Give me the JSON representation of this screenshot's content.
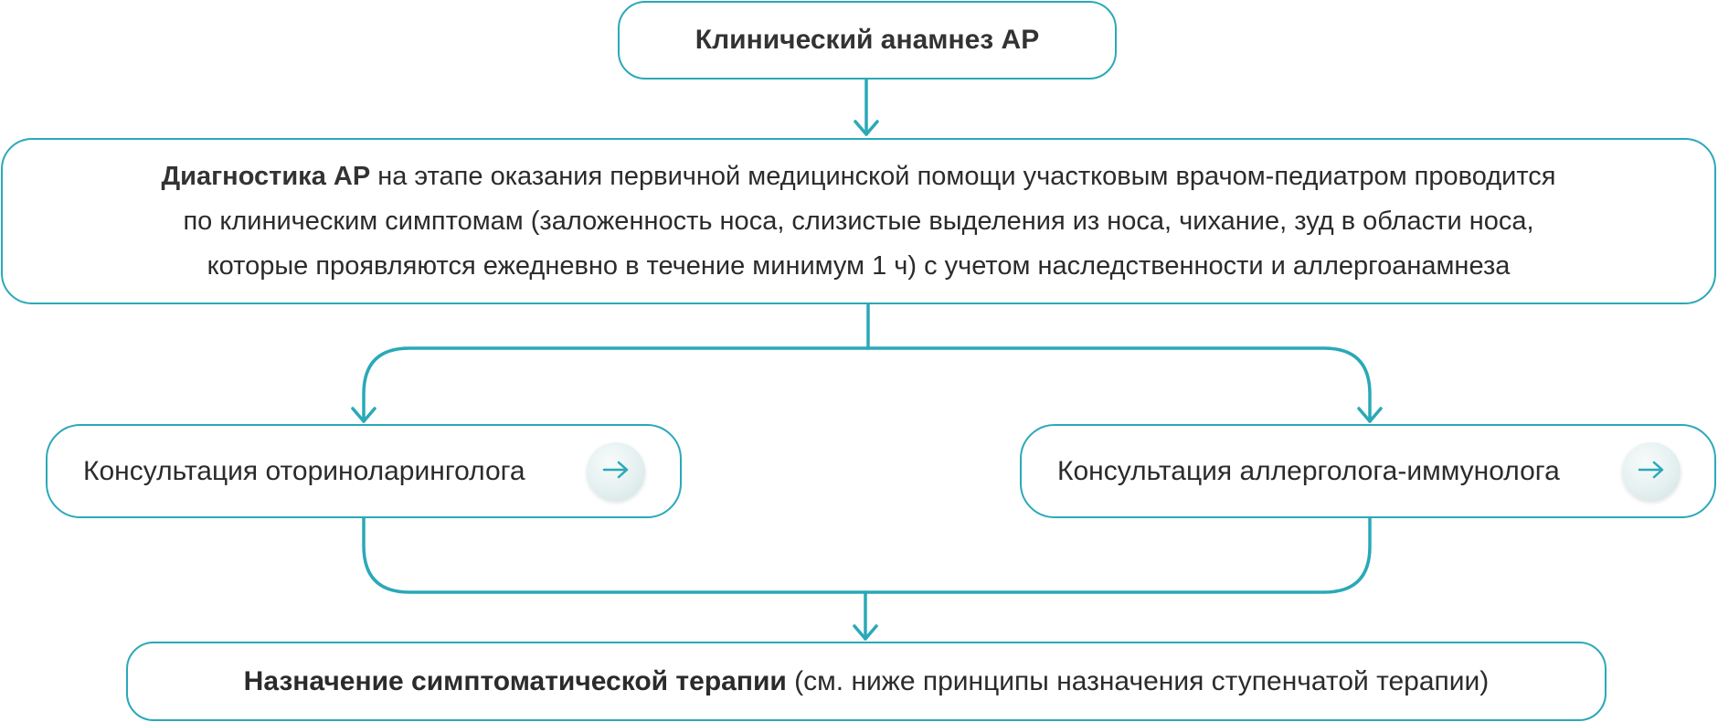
{
  "colors": {
    "accent": "#2aa9b8",
    "text": "#2b2b2b",
    "button_bg": "#e3efef"
  },
  "nodes": {
    "history": {
      "label": "Клинический анамнез АР"
    },
    "diagnosis": {
      "bold": "Диагностика АР",
      "line1": " на этапе оказания первичной медицинской помощи участковым врачом-педиатром проводится",
      "line2": "по клиническим симптомам (заложенность носа, слизистые выделения из носа, чихание, зуд в области носа,",
      "line3": "которые проявляются ежедневно в течение минимум 1 ч) с учетом наследственности и аллергоанамнеза"
    },
    "ent": {
      "label": "Консультация оториноларинголога",
      "icon": "arrow-right-icon"
    },
    "allergist": {
      "label": "Консультация аллерголога-иммунолога",
      "icon": "arrow-right-icon"
    },
    "therapy": {
      "bold": "Назначение симптоматической терапии",
      "rest": " (см. ниже принципы назначения ступенчатой терапии)"
    }
  }
}
